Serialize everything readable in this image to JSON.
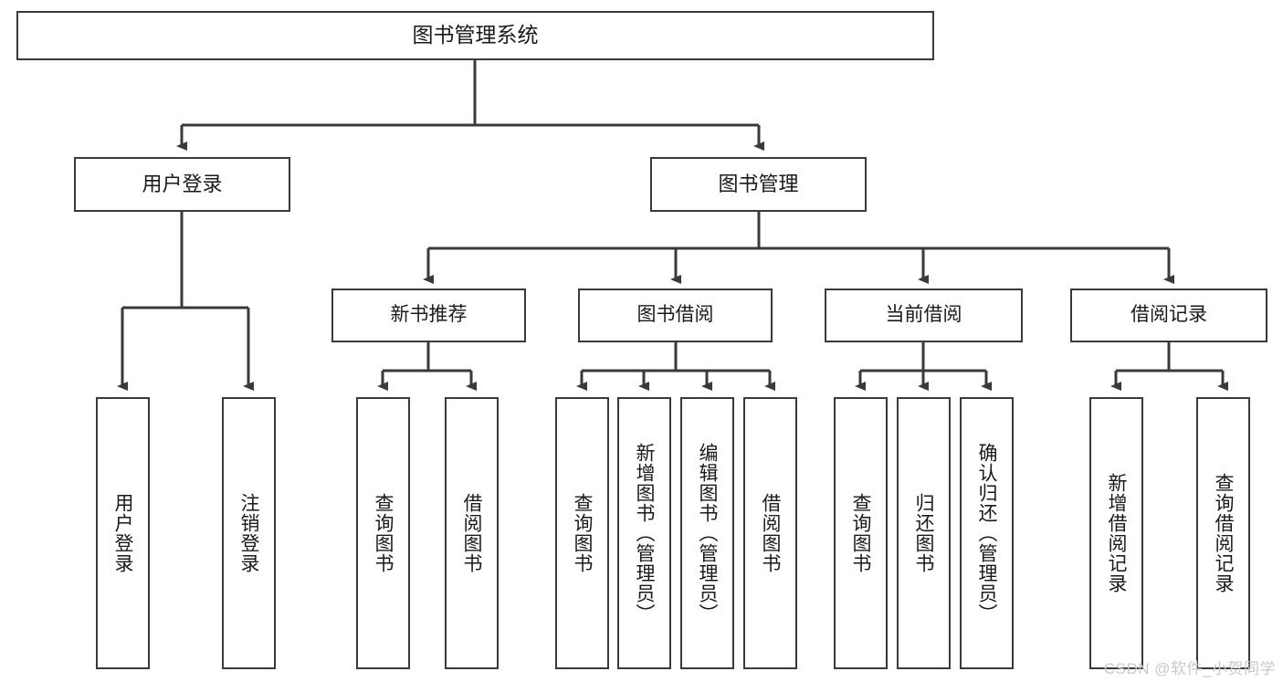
{
  "diagram": {
    "type": "tree-hierarchy",
    "title": "图书管理系统",
    "orientation": "top-down",
    "colors": {
      "stroke": "#3a3a3a",
      "fill": "#ffffff",
      "text": "#1a1a1a",
      "watermark": "#c9c9c9"
    }
  },
  "nodes": {
    "root": {
      "label": "图书管理系统"
    },
    "level1": [
      {
        "id": "user-login",
        "label": "用户登录"
      },
      {
        "id": "book-manage",
        "label": "图书管理"
      }
    ],
    "level2": [
      {
        "id": "new-book-recommend",
        "label": "新书推荐"
      },
      {
        "id": "book-borrow",
        "label": "图书借阅"
      },
      {
        "id": "current-borrow",
        "label": "当前借阅"
      },
      {
        "id": "borrow-record",
        "label": "借阅记录"
      }
    ],
    "leaves": [
      {
        "id": "leaf-user-login",
        "parent": "user-login",
        "label": "用户登录"
      },
      {
        "id": "leaf-logout",
        "parent": "user-login",
        "label": "注销登录"
      },
      {
        "id": "leaf-query-book-1",
        "parent": "new-book-recommend",
        "label": "查询图书"
      },
      {
        "id": "leaf-borrow-book-1",
        "parent": "new-book-recommend",
        "label": "借阅图书"
      },
      {
        "id": "leaf-query-book-2",
        "parent": "book-borrow",
        "label": "查询图书"
      },
      {
        "id": "leaf-add-book",
        "parent": "book-borrow",
        "label": "新增图书（管理员）"
      },
      {
        "id": "leaf-edit-book",
        "parent": "book-borrow",
        "label": "编辑图书（管理员）"
      },
      {
        "id": "leaf-borrow-book-2",
        "parent": "book-borrow",
        "label": "借阅图书"
      },
      {
        "id": "leaf-query-book-3",
        "parent": "current-borrow",
        "label": "查询图书"
      },
      {
        "id": "leaf-return-book",
        "parent": "current-borrow",
        "label": "归还图书"
      },
      {
        "id": "leaf-confirm-return",
        "parent": "current-borrow",
        "label": "确认归还（管理员）"
      },
      {
        "id": "leaf-add-record",
        "parent": "borrow-record",
        "label": "新增借阅记录"
      },
      {
        "id": "leaf-query-record",
        "parent": "borrow-record",
        "label": "查询借阅记录"
      }
    ]
  },
  "watermark": {
    "text": "CSDN @软件_小贺同学"
  }
}
